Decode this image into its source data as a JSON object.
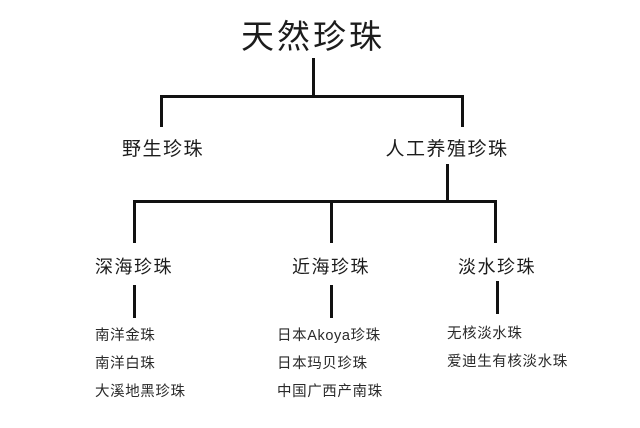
{
  "diagram": {
    "type": "tree",
    "title": "天然珍珠",
    "background_color": "#ffffff",
    "line_color": "#111111",
    "text_color": "#1c1c1c",
    "root": {
      "label": "天然珍珠"
    },
    "level2": [
      {
        "label": "野生珍珠"
      },
      {
        "label": "人工养殖珍珠"
      }
    ],
    "level3": [
      {
        "label": "深海珍珠"
      },
      {
        "label": "近海珍珠"
      },
      {
        "label": "淡水珍珠"
      }
    ],
    "leaves": [
      {
        "parent": "深海珍珠",
        "items": [
          "南洋金珠",
          "南洋白珠",
          "大溪地黑珍珠"
        ]
      },
      {
        "parent": "近海珍珠",
        "items": [
          "日本Akoya珍珠",
          "日本玛贝珍珠",
          "中国广西产南珠"
        ]
      },
      {
        "parent": "淡水珍珠",
        "items": [
          "无核淡水珠",
          "爱迪生有核淡水珠"
        ]
      }
    ]
  }
}
